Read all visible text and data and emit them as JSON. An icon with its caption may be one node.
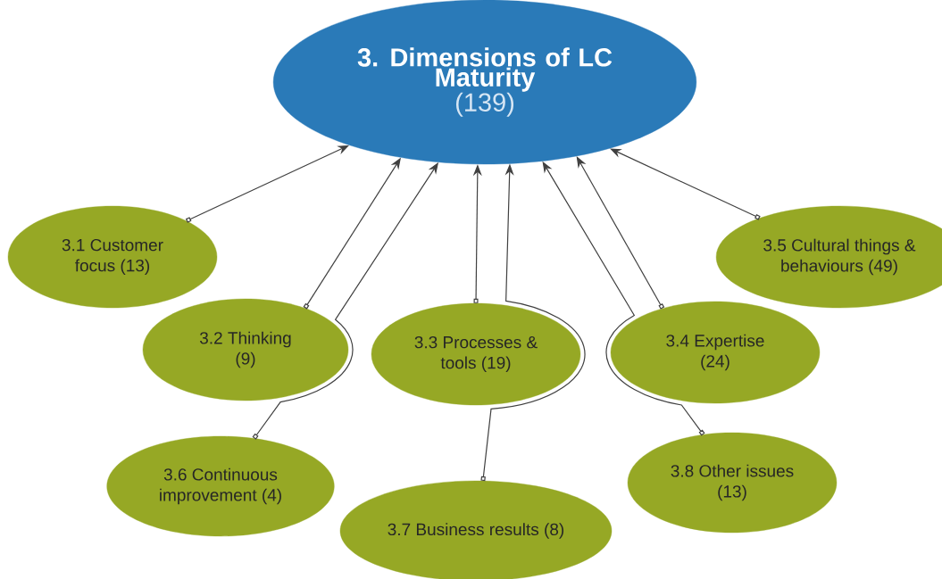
{
  "diagram": {
    "nodes": [
      {
        "text": [
          "3. Dimensions of LC Maturity",
          "(139)"
        ]
      },
      {
        "text": [
          "3.1 Customer focus (13)"
        ]
      },
      {
        "text": [
          "3.2 Thinking (9)"
        ]
      },
      {
        "text": [
          "3.3 Processes & tools (19)"
        ]
      },
      {
        "text": [
          "3.4 Expertise (24)"
        ]
      },
      {
        "text": [
          "3.5 Cultural things & behaviours (49)"
        ]
      },
      {
        "text": [
          "3.6 Continuous improvement (4)"
        ]
      },
      {
        "text": [
          "3.7 Business results (8)"
        ]
      },
      {
        "text": [
          "3.8 Other issues (13)"
        ]
      }
    ],
    "edges": [
      {
        "from": 1,
        "to": 0,
        "arrow": "to"
      },
      {
        "from": 2,
        "to": 0,
        "arrow": "to"
      },
      {
        "from": 6,
        "to": 0,
        "arrow": "to"
      },
      {
        "from": 3,
        "to": 0,
        "arrow": "to"
      },
      {
        "from": 7,
        "to": 0,
        "arrow": "to"
      },
      {
        "from": 4,
        "to": 0,
        "arrow": "to"
      },
      {
        "from": 8,
        "to": 0,
        "arrow": "to"
      },
      {
        "from": 5,
        "to": 0,
        "arrow": "to"
      }
    ]
  }
}
